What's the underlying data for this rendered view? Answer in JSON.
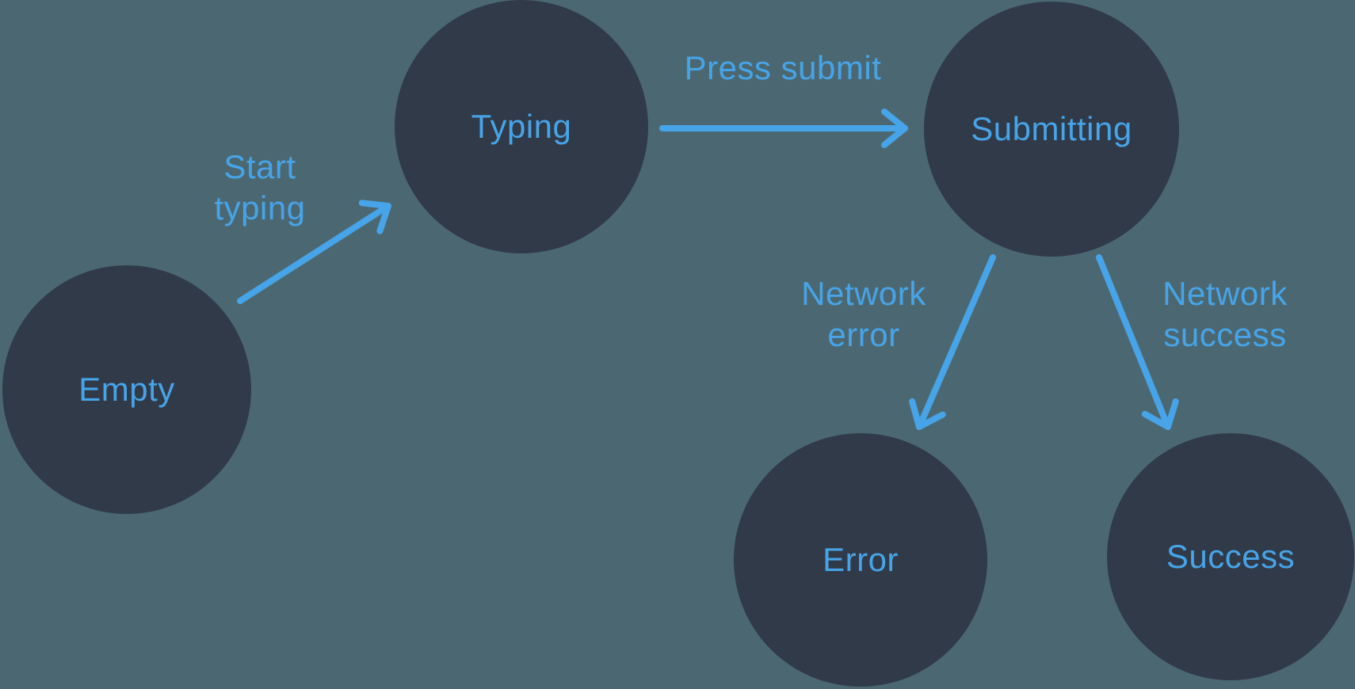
{
  "diagram": {
    "type": "state-machine",
    "colors": {
      "background": "#4B6872",
      "node_fill": "#313A48",
      "accent_blue": "#47A4E8"
    },
    "states": [
      {
        "id": "empty",
        "label": "Empty"
      },
      {
        "id": "typing",
        "label": "Typing"
      },
      {
        "id": "submitting",
        "label": "Submitting"
      },
      {
        "id": "error",
        "label": "Error"
      },
      {
        "id": "success",
        "label": "Success"
      }
    ],
    "transitions": [
      {
        "id": "start-typing",
        "from": "empty",
        "to": "typing",
        "label": "Start typing",
        "label_lines": [
          "Start",
          "typing"
        ]
      },
      {
        "id": "press-submit",
        "from": "typing",
        "to": "submitting",
        "label": "Press submit",
        "label_lines": [
          "Press submit"
        ]
      },
      {
        "id": "network-error",
        "from": "submitting",
        "to": "error",
        "label": "Network error",
        "label_lines": [
          "Network",
          "error"
        ]
      },
      {
        "id": "network-success",
        "from": "submitting",
        "to": "success",
        "label": "Network success",
        "label_lines": [
          "Network",
          "success"
        ]
      }
    ]
  }
}
